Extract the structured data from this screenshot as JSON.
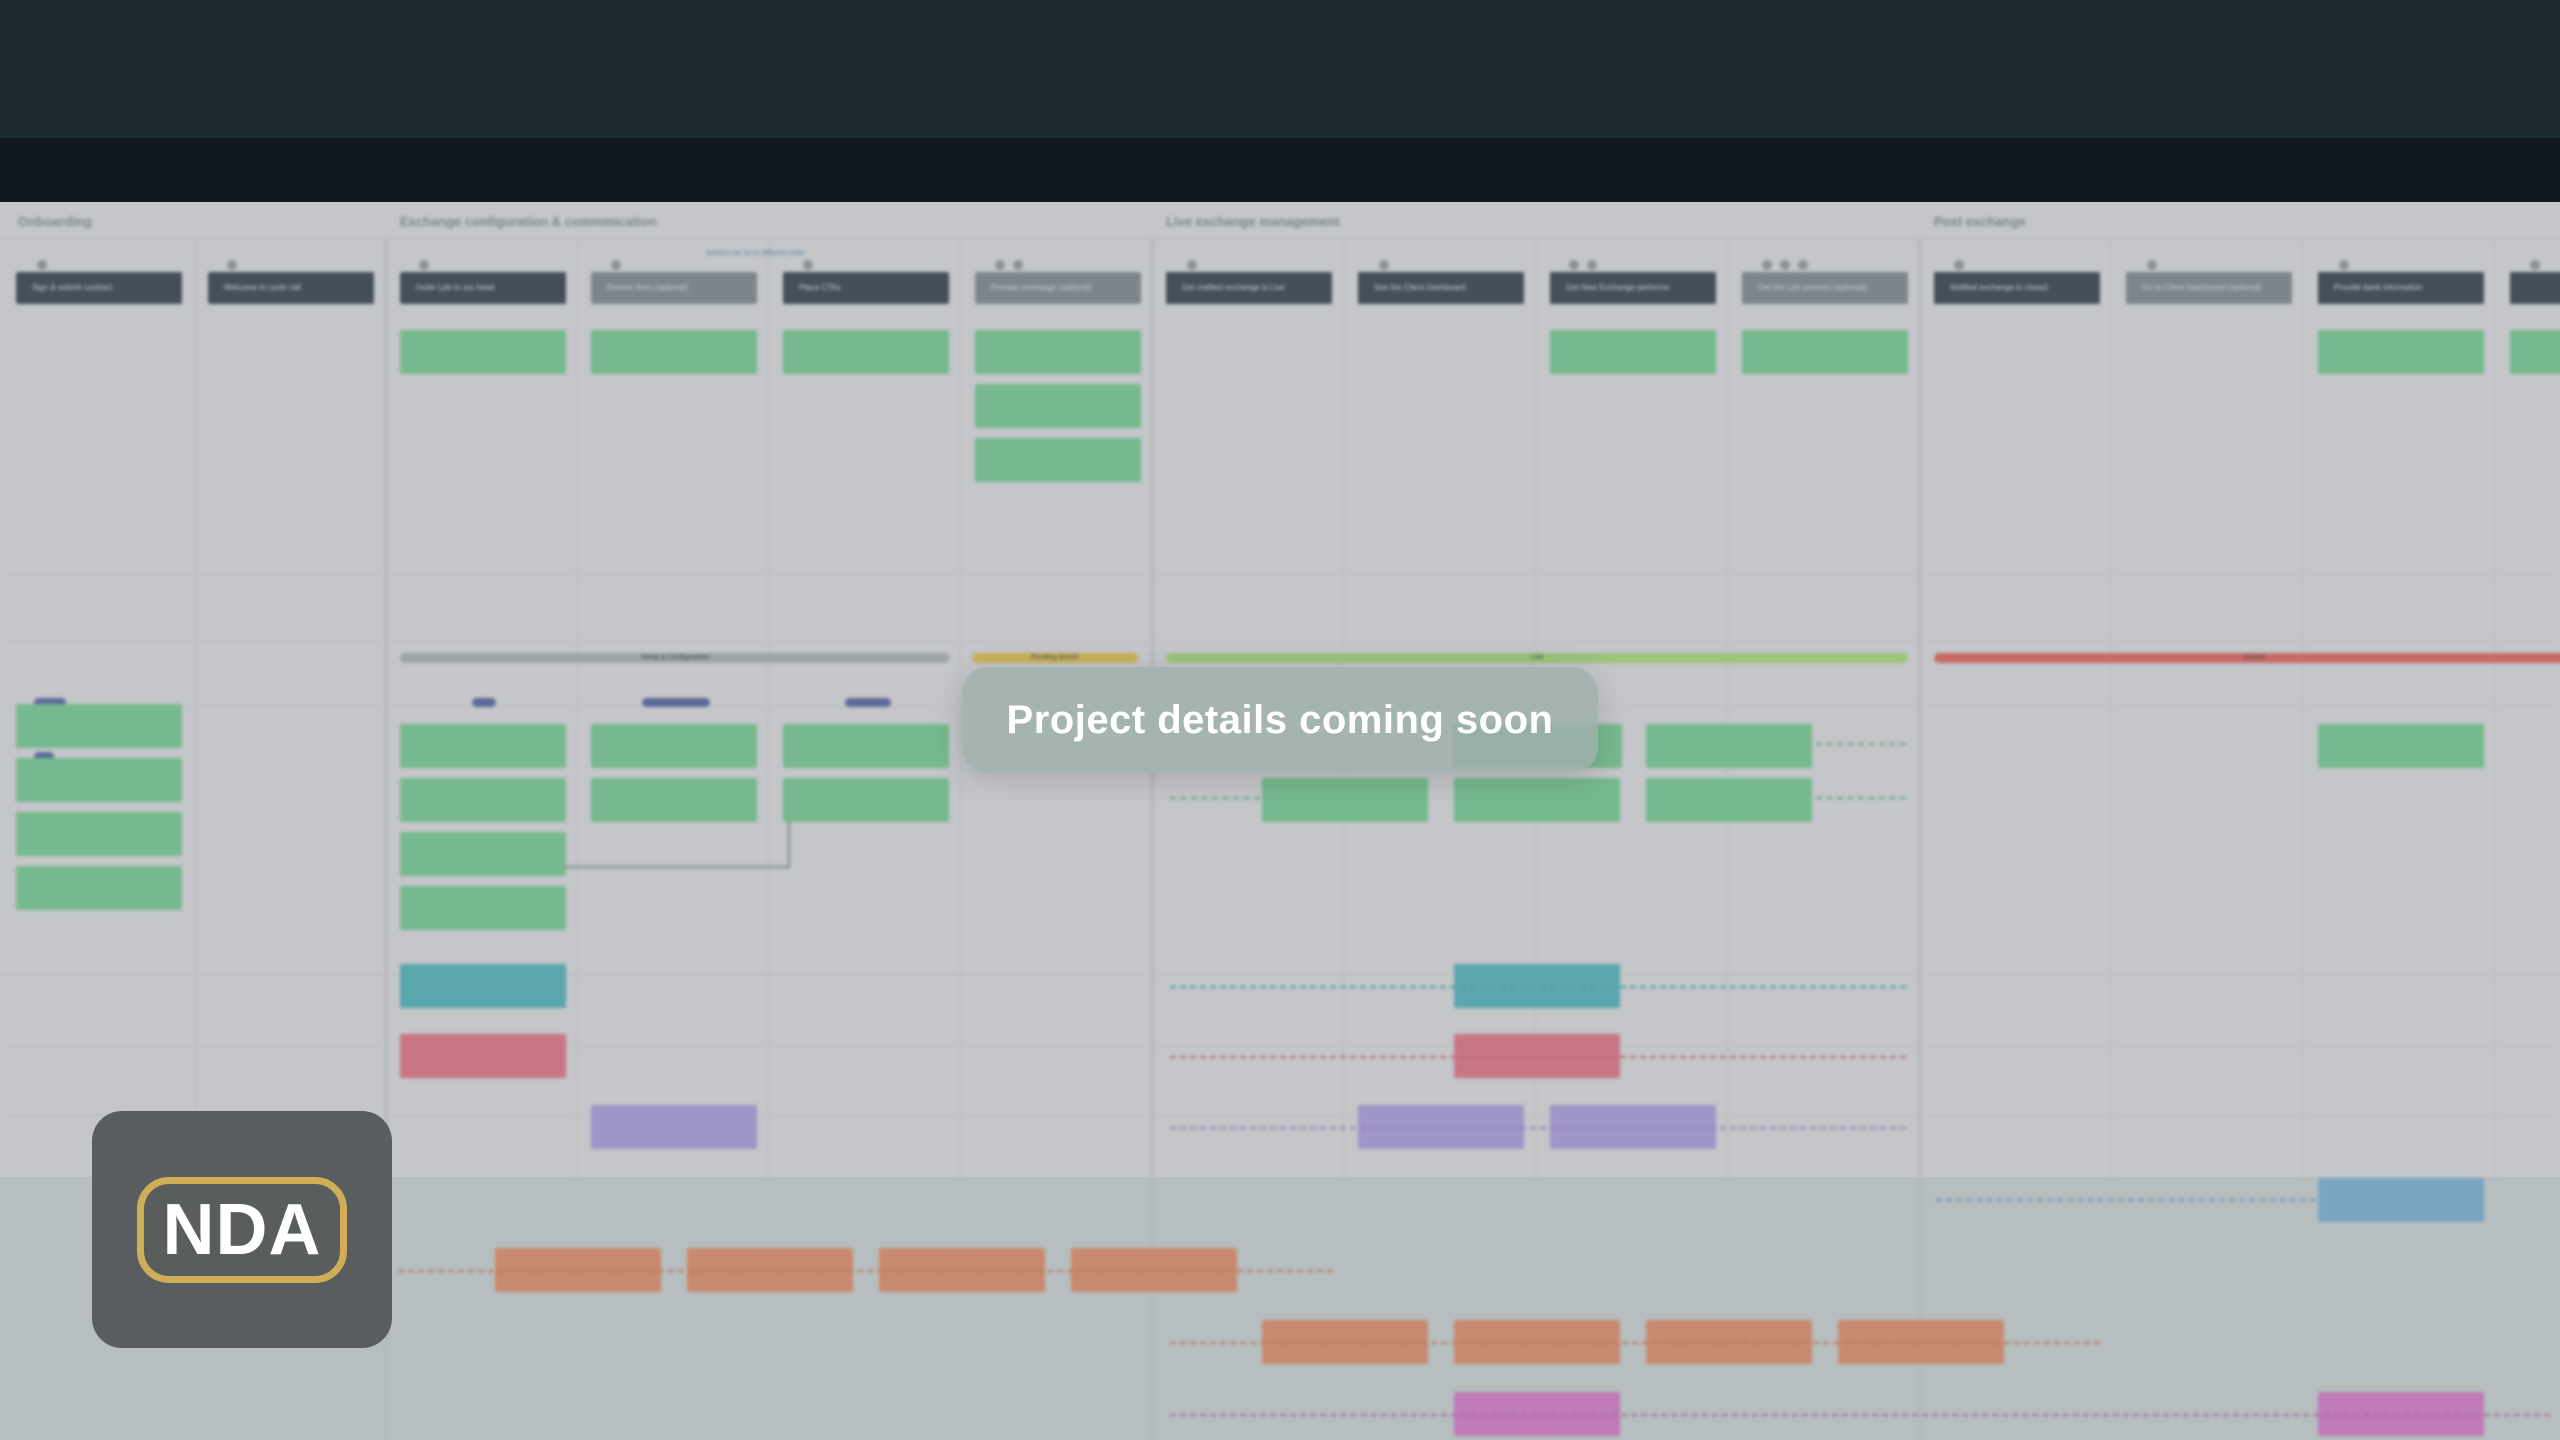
{
  "overlay": {
    "message": "Project details coming soon"
  },
  "badge": {
    "label": "NDA"
  },
  "board": {
    "phases": [
      "Onboarding",
      "Exchange configuration & commmication",
      "Live exchange management",
      "Post exchange"
    ],
    "columns": [
      "Sign & submit contract",
      "Welcome to cycle call",
      "Invite Lyle to our head",
      "Review Xero (optional)",
      "Place CTAs",
      "Preview exchange (optional)",
      "Get notified exchange is Live",
      "See the Client Dashboard",
      "Get New Exchange performa",
      "Get the Lyle process (optional)",
      "Notified exchange is closed",
      "Go to Client Dashboard (optional)",
      "Provide bank information"
    ],
    "status_bars": [
      "Setup & Configuration",
      "Pending launch",
      "Live",
      "Closed"
    ],
    "annotation": "Actions can be in different order"
  },
  "colors": {
    "green": "#76b98e",
    "teal": "#5aa7ad",
    "pink": "#c87684",
    "purple": "#a095c8",
    "orange": "#c88a6e",
    "blue": "#7aa6c2",
    "magenta": "#c07ab6",
    "status_setup": "#9fa3a8",
    "status_pending": "#c9b25a",
    "status_live": "#9cc47a",
    "status_closed": "#c86a66",
    "nda_gold": "#d0ae58"
  }
}
